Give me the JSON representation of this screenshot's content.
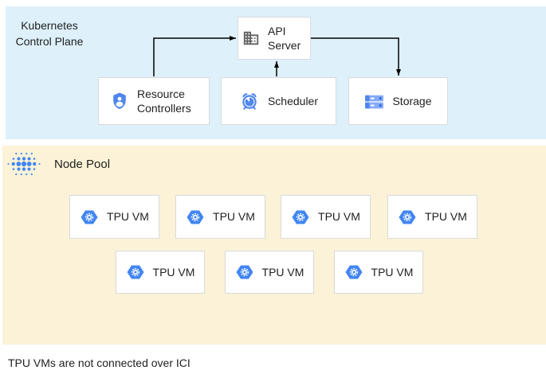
{
  "control_plane": {
    "label": "Kubernetes Control Plane",
    "api_server_label": "API Server",
    "resource_controllers_label": "Resource Controllers",
    "scheduler_label": "Scheduler",
    "storage_label": "Storage"
  },
  "node_pool": {
    "label": "Node Pool",
    "vms": [
      {
        "label": "TPU VM"
      },
      {
        "label": "TPU VM"
      },
      {
        "label": "TPU VM"
      },
      {
        "label": "TPU VM"
      },
      {
        "label": "TPU VM"
      },
      {
        "label": "TPU VM"
      },
      {
        "label": "TPU VM"
      }
    ]
  },
  "caption": "TPU VMs are not connected over ICI",
  "colors": {
    "control_plane_bg": "#def1fb",
    "node_pool_bg": "#fbf2d7",
    "icon_blue": "#5086ec",
    "hexagon_blue": "#4285f4",
    "storage_light_blue": "#85aaf8",
    "building_gray": "#616161",
    "arrow_black": "#000000"
  }
}
